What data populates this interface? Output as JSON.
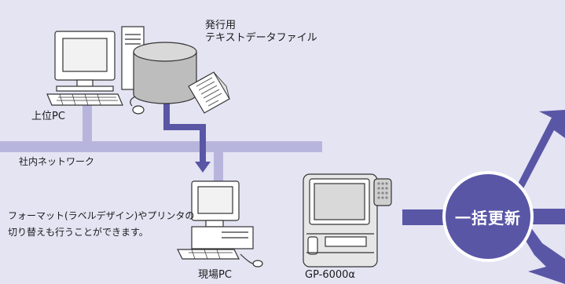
{
  "labels": {
    "issue_file": "発行用\nテキストデータファイル",
    "host_pc": "上位PC",
    "network": "社内ネットワーク",
    "site_pc": "現場PC",
    "device": "GP-6000α",
    "description": "フォーマット(ラベルデザイン)やプリンタの切り替えも行うことができます。",
    "badge": "一括更新"
  },
  "colors": {
    "background": "#e4e4f3",
    "network_bar": "#b8b5dd",
    "arrow": "#5a56a6",
    "badge": "#5a56a6"
  }
}
